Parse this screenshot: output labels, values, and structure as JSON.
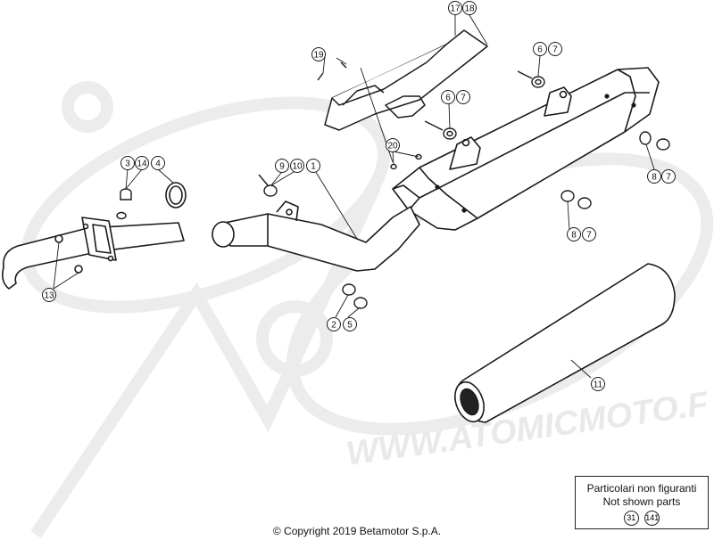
{
  "callouts": [
    {
      "id": "c17",
      "label": "17"
    },
    {
      "id": "c18",
      "label": "18"
    },
    {
      "id": "c19",
      "label": "19"
    },
    {
      "id": "c6a",
      "label": "6"
    },
    {
      "id": "c7a",
      "label": "7"
    },
    {
      "id": "c6b",
      "label": "6"
    },
    {
      "id": "c7b",
      "label": "7"
    },
    {
      "id": "c20",
      "label": "20"
    },
    {
      "id": "c3",
      "label": "3"
    },
    {
      "id": "c14",
      "label": "14"
    },
    {
      "id": "c4",
      "label": "4"
    },
    {
      "id": "c9",
      "label": "9"
    },
    {
      "id": "c10",
      "label": "10"
    },
    {
      "id": "c1",
      "label": "1"
    },
    {
      "id": "c8a",
      "label": "8"
    },
    {
      "id": "c7c",
      "label": "7"
    },
    {
      "id": "c8b",
      "label": "8"
    },
    {
      "id": "c7d",
      "label": "7"
    },
    {
      "id": "c13",
      "label": "13"
    },
    {
      "id": "c2",
      "label": "2"
    },
    {
      "id": "c5",
      "label": "5"
    },
    {
      "id": "c11",
      "label": "11"
    }
  ],
  "legend": {
    "line1": "Particolari non figuranti",
    "line2": "Not shown parts",
    "refs": [
      "31",
      "141"
    ]
  },
  "watermark_text": "WWW.ATOMICMOTO.F",
  "footer": "© Copyright 2019 Betamotor S.p.A."
}
